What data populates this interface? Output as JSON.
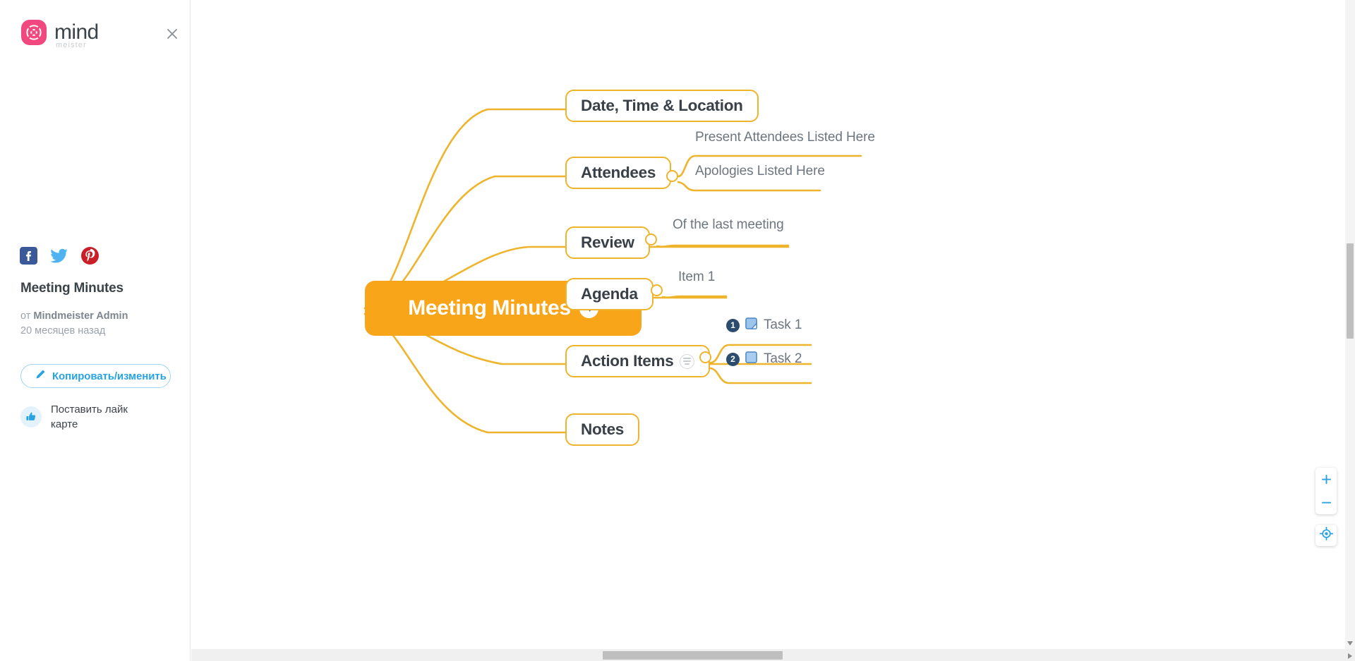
{
  "brand": {
    "name": "mind",
    "suffix": "meister",
    "logo_color": "#f0487f"
  },
  "sidebar": {
    "close_label": "×",
    "social": [
      {
        "name": "facebook",
        "label": "Facebook",
        "color": "#3b5998"
      },
      {
        "name": "twitter",
        "label": "Twitter",
        "color": "#4fb3f2"
      },
      {
        "name": "pinterest",
        "label": "Pinterest",
        "color": "#cb1f27"
      }
    ],
    "map_title": "Meeting Minutes",
    "author_prefix": "от",
    "author": "Mindmeister Admin",
    "updated": "20 месяцев назад",
    "copy_button": "Копировать/изменить",
    "like_label": "Поставить лайк карте"
  },
  "canvas": {
    "accent": "#f9a51a",
    "branch_border": "#eeb42c",
    "root": {
      "label": "Meeting Minutes",
      "arrow_icon": "arrow-right-icon"
    },
    "branches": [
      {
        "label": "Date, Time & Location",
        "has_note": false,
        "has_collapse": false,
        "children": []
      },
      {
        "label": "Attendees",
        "has_note": false,
        "has_collapse": true,
        "children": [
          {
            "label": "Present Attendees Listed Here"
          },
          {
            "label": "Apologies Listed Here"
          }
        ]
      },
      {
        "label": "Review",
        "has_note": false,
        "has_collapse": true,
        "children": [
          {
            "label": "Of the last meeting"
          }
        ]
      },
      {
        "label": "Agenda",
        "has_note": false,
        "has_collapse": true,
        "children": [
          {
            "label": "Item 1"
          }
        ]
      },
      {
        "label": "Action Items",
        "has_note": true,
        "has_collapse": true,
        "children": [
          {
            "label": "Task 1",
            "number": "1",
            "task_icon": "task-partial-icon"
          },
          {
            "label": "Task 2",
            "number": "2",
            "task_icon": "task-empty-icon"
          }
        ]
      },
      {
        "label": "Notes",
        "has_note": false,
        "has_collapse": false,
        "children": []
      }
    ]
  },
  "controls": {
    "zoom_in": "+",
    "zoom_out": "−",
    "center_icon": "center-target-icon"
  }
}
